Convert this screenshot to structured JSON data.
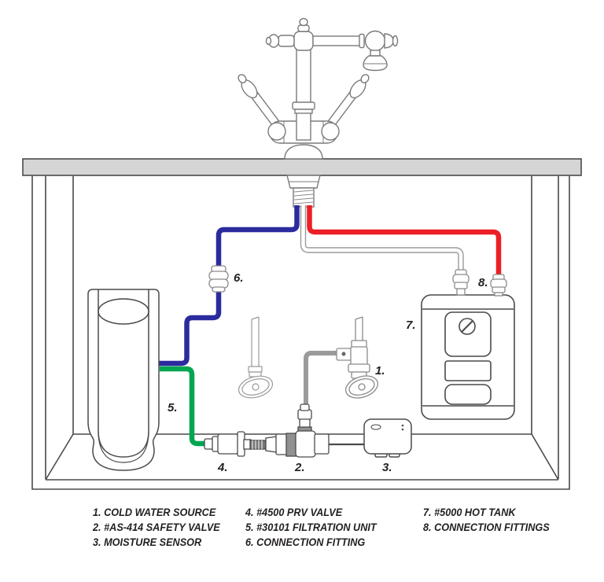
{
  "callouts": {
    "c1": "1.",
    "c2": "2.",
    "c3": "3.",
    "c4": "4.",
    "c5": "5.",
    "c6": "6.",
    "c7": "7.",
    "c8": "8."
  },
  "legend": {
    "columns": [
      {
        "items": [
          "1. COLD WATER SOURCE",
          "2. #AS-414 SAFETY VALVE",
          "3. MOISTURE SENSOR"
        ]
      },
      {
        "items": [
          "4. #4500 PRV VALVE",
          "5. #30101 FILTRATION UNIT",
          "6. CONNECTION FITTING"
        ]
      },
      {
        "items": [
          "7. #5000 HOT TANK",
          "8. CONNECTION FITTINGS"
        ]
      }
    ]
  },
  "colors": {
    "cold_tube": "#2b2b9e",
    "hot_tube": "#ec1f26",
    "filtered_tube": "#00a651",
    "gray_tube": "#9a9a9a",
    "outline": "#4a4a4a",
    "counter_fill": "#d5d5d5"
  }
}
